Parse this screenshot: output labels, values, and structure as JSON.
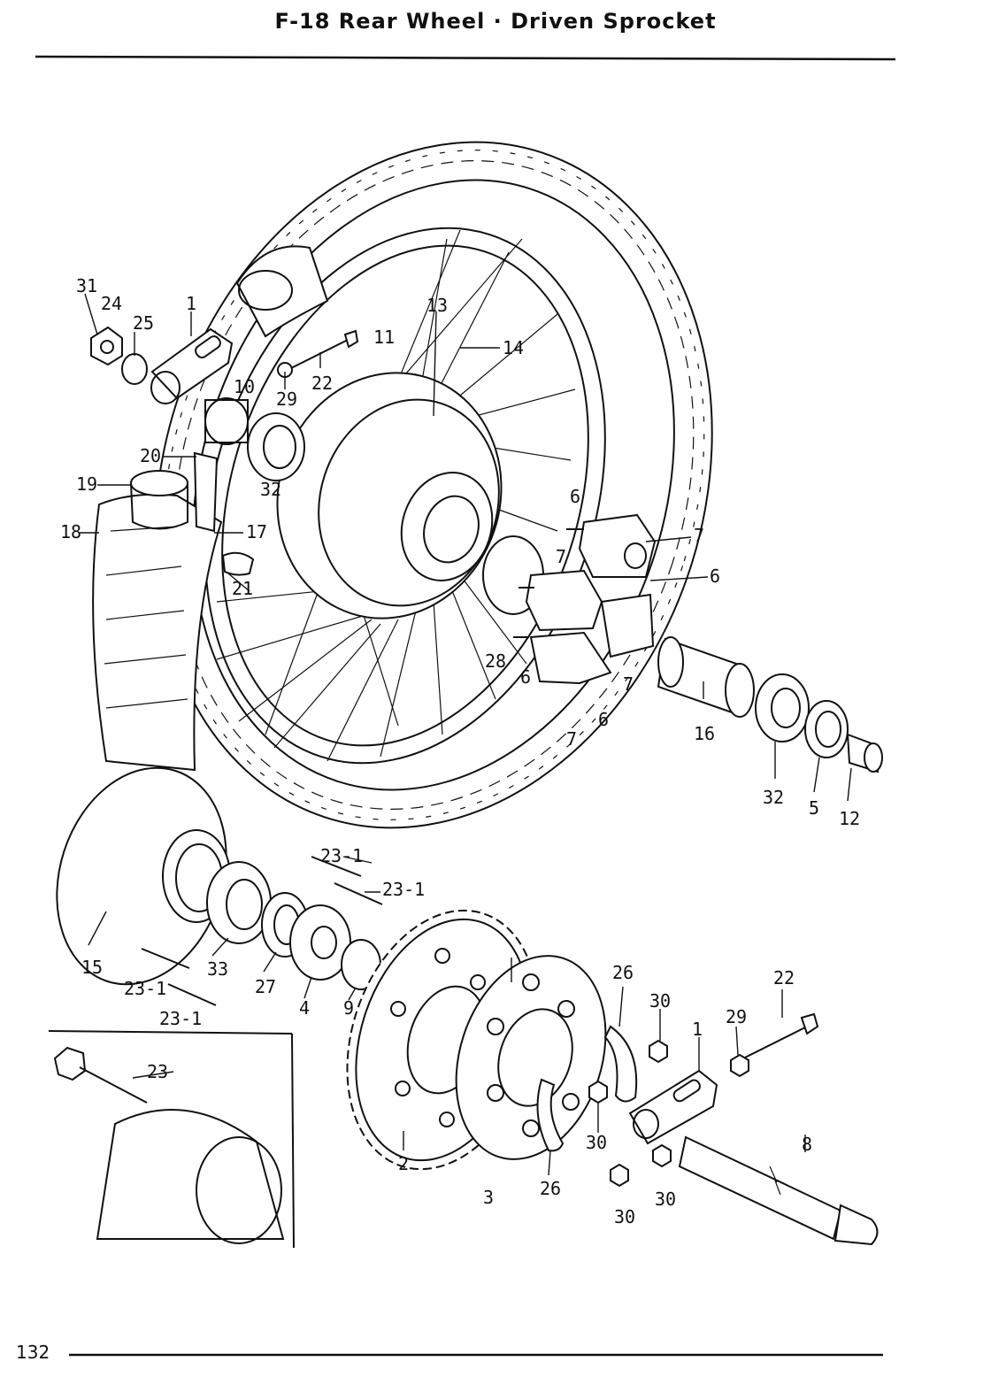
{
  "header": {
    "title": "F-18  Rear Wheel · Driven Sprocket"
  },
  "footer": {
    "page_number": "132"
  },
  "callouts": {
    "c31": "31",
    "c24": "24",
    "c25": "25",
    "c1a": "1",
    "c10": "10",
    "c29a": "29",
    "c22a": "22",
    "c11": "11",
    "c13": "13",
    "c14": "14",
    "c20": "20",
    "c19": "19",
    "c32a": "32",
    "c18": "18",
    "c17": "17",
    "c21": "21",
    "c6a": "6",
    "c7a": "7",
    "c7b": "7",
    "c6b": "6",
    "c28": "28",
    "c6c": "6",
    "c7c": "7",
    "c6d": "6",
    "c7d": "7",
    "c16": "16",
    "c32b": "32",
    "c5": "5",
    "c12": "12",
    "c231a": "23-1",
    "c231b": "23-1",
    "c15": "15",
    "c33": "33",
    "c27": "27",
    "c4": "4",
    "c9": "9",
    "c231c": "23-1",
    "c231d": "23-1",
    "c26a": "26",
    "c30a": "30",
    "c1b": "1",
    "c29b": "29",
    "c22b": "22",
    "c23": "23",
    "c2": "2",
    "c3": "3",
    "c26b": "26",
    "c30b": "30",
    "c30c": "30",
    "c30d": "30",
    "c8": "8"
  }
}
